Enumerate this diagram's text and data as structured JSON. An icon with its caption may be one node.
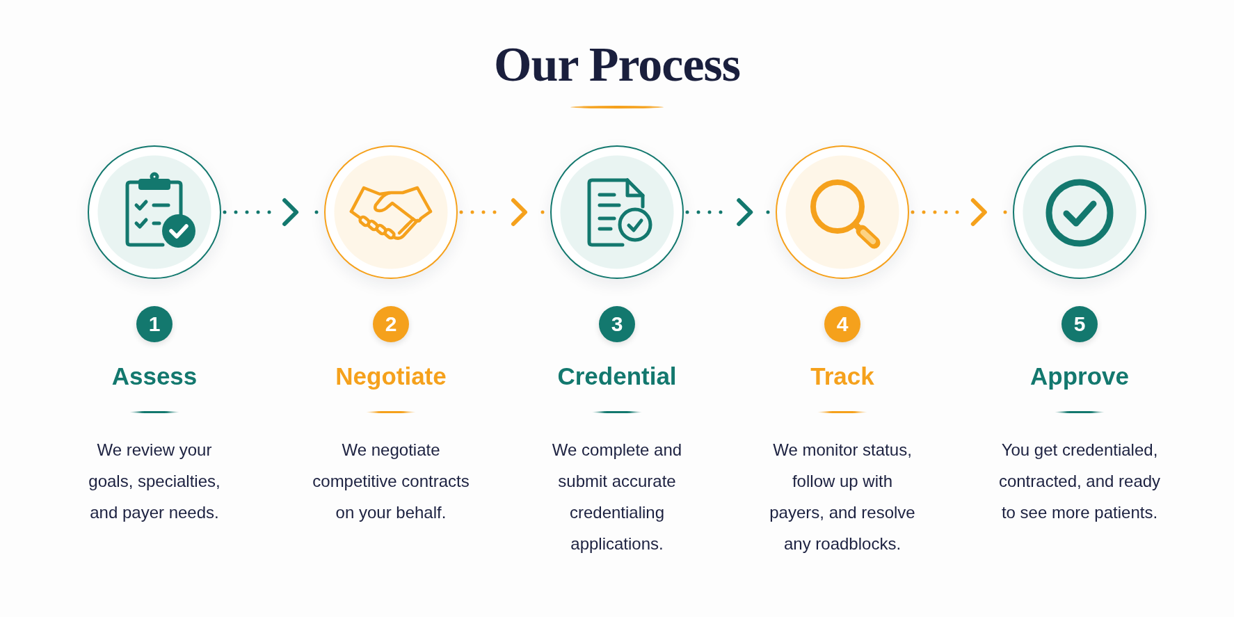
{
  "diagram": {
    "title": "Our Process",
    "nodes": [
      {
        "text": [],
        "shape": "circle",
        "beside": [
          "1",
          "Assess",
          "We review your goals, specialties, and payer needs."
        ]
      },
      {
        "text": [],
        "shape": "circle",
        "beside": [
          "2",
          "Negotiate",
          "We negotiate competitive contracts on your behalf."
        ]
      },
      {
        "text": [],
        "shape": "circle",
        "beside": [
          "3",
          "Credential",
          "We complete and submit accurate credentialing applications."
        ]
      },
      {
        "text": [],
        "shape": "circle",
        "beside": [
          "4",
          "Track",
          "We monitor status, follow up with payers, and resolve any roadblocks."
        ]
      },
      {
        "text": [],
        "shape": "circle",
        "beside": [
          "5",
          "Approve",
          "You get credentialed, contracted, and ready to see more patients."
        ]
      }
    ],
    "edges": [
      {
        "from": 0,
        "to": 1,
        "arrow": "to"
      },
      {
        "from": 1,
        "to": 2,
        "arrow": "to",
        "color": "#f5a11c"
      },
      {
        "from": 2,
        "to": 3,
        "arrow": "to"
      },
      {
        "from": 3,
        "to": 4,
        "arrow": "to",
        "color": "#f5a11c"
      }
    ]
  }
}
